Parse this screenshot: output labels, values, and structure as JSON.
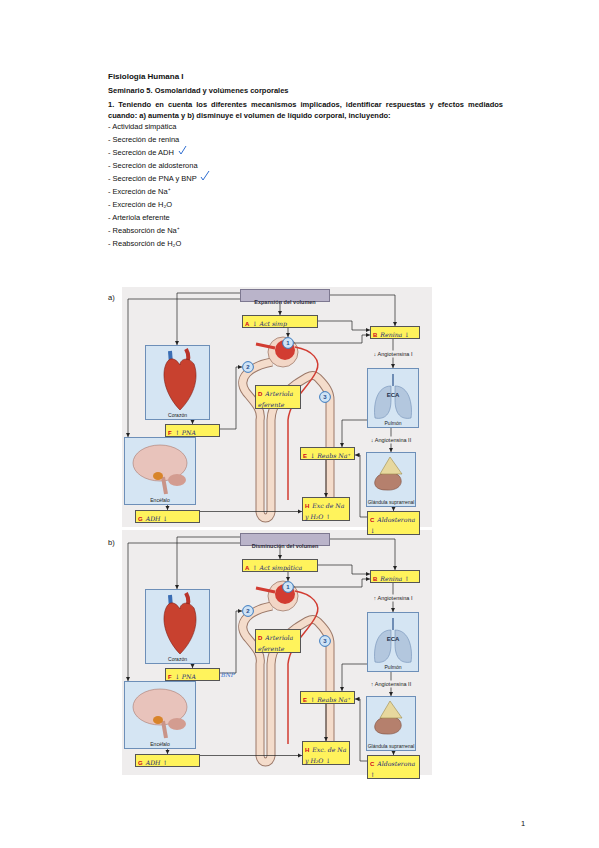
{
  "diagram": {
    "title": "Fisiología Humana I",
    "nodes": [
      {
        "text": [
          "Expansión del volumen"
        ]
      },
      {
        "text": [
          "A",
          "↓ Act simp"
        ]
      },
      {
        "text": [
          "B",
          "Renina ↓"
        ]
      },
      {
        "text": [
          "Corazón"
        ]
      },
      {
        "text": [
          "1"
        ]
      },
      {
        "text": [
          "2"
        ]
      },
      {
        "text": [
          "D",
          "Arteriola eferente"
        ]
      },
      {
        "text": [
          "3"
        ]
      },
      {
        "text": [
          "ECA",
          "Pulmón"
        ]
      },
      {
        "text": [
          "F",
          "↑ PNA"
        ]
      },
      {
        "text": [
          "Encéfalo"
        ]
      },
      {
        "text": [
          "E",
          "↓ Reabs Na⁺"
        ]
      },
      {
        "text": [
          "Glándula suprarrenal"
        ]
      },
      {
        "text": [
          "G",
          "ADH ↓"
        ]
      },
      {
        "text": [
          "H",
          "Exc de Na y H₂O ↑"
        ]
      },
      {
        "text": [
          "C",
          "Aldosterona ↓"
        ]
      },
      {
        "text": [
          "Disminución del volumen"
        ]
      },
      {
        "text": [
          "A",
          "↑ Act simpática"
        ]
      },
      {
        "text": [
          "B",
          "Renina ↑"
        ]
      },
      {
        "text": [
          "Corazón"
        ]
      },
      {
        "text": [
          "1"
        ]
      },
      {
        "text": [
          "2"
        ]
      },
      {
        "text": [
          "D",
          "Arteriola eferente"
        ]
      },
      {
        "text": [
          "3"
        ]
      },
      {
        "text": [
          "ECA",
          "Pulmón"
        ]
      },
      {
        "text": [
          "F",
          "↓ PNA",
          "BNP"
        ]
      },
      {
        "text": [
          "Encéfalo"
        ]
      },
      {
        "text": [
          "E",
          "↑ Reabs Na⁺"
        ]
      },
      {
        "text": [
          "Glándula suprarrenal"
        ]
      },
      {
        "text": [
          "G",
          "ADH ↑"
        ]
      },
      {
        "text": [
          "H",
          "Exc. de Na y H₂O ↓"
        ]
      },
      {
        "text": [
          "C",
          "Aldosterona ↑"
        ]
      }
    ],
    "edges": [
      {
        "from": 0,
        "to": 1,
        "arrow": "to"
      },
      {
        "from": 0,
        "to": 3,
        "arrow": "to"
      },
      {
        "from": 0,
        "to": 10,
        "arrow": "to"
      },
      {
        "from": 0,
        "to": 2,
        "arrow": "to"
      },
      {
        "from": 1,
        "to": 2,
        "arrow": "to"
      },
      {
        "from": 1,
        "to": 4,
        "arrow": "to"
      },
      {
        "from": 4,
        "to": 2,
        "arrow": "to"
      },
      {
        "from": 2,
        "to": 8,
        "arrow": "to",
        "label": "↓ Angiotensina I"
      },
      {
        "from": 8,
        "to": 12,
        "arrow": "to",
        "label": "↓ Angiotensina II"
      },
      {
        "from": 12,
        "to": 15,
        "arrow": "to"
      },
      {
        "from": 15,
        "to": 11,
        "arrow": "to"
      },
      {
        "from": 8,
        "to": 11,
        "arrow": "to"
      },
      {
        "from": 3,
        "to": 9,
        "arrow": "to"
      },
      {
        "from": 9,
        "to": 5,
        "arrow": "to"
      },
      {
        "from": 10,
        "to": 13,
        "arrow": "to"
      },
      {
        "from": 13,
        "to": 14,
        "arrow": "to"
      },
      {
        "from": 11,
        "to": 14,
        "arrow": "to"
      },
      {
        "from": 16,
        "to": 17,
        "arrow": "to"
      },
      {
        "from": 16,
        "to": 19,
        "arrow": "to"
      },
      {
        "from": 16,
        "to": 26,
        "arrow": "to"
      },
      {
        "from": 16,
        "to": 18,
        "arrow": "to"
      },
      {
        "from": 17,
        "to": 18,
        "arrow": "to"
      },
      {
        "from": 17,
        "to": 20,
        "arrow": "to"
      },
      {
        "from": 20,
        "to": 18,
        "arrow": "to"
      },
      {
        "from": 18,
        "to": 24,
        "arrow": "to",
        "label": "↑ Angiotensina I"
      },
      {
        "from": 24,
        "to": 28,
        "arrow": "to",
        "label": "↑ Angiotensina II"
      },
      {
        "from": 28,
        "to": 31,
        "arrow": "to"
      },
      {
        "from": 31,
        "to": 27,
        "arrow": "to"
      },
      {
        "from": 24,
        "to": 27,
        "arrow": "to"
      },
      {
        "from": 19,
        "to": 25,
        "arrow": "to"
      },
      {
        "from": 25,
        "to": 21,
        "arrow": "to"
      },
      {
        "from": 26,
        "to": 29,
        "arrow": "to"
      },
      {
        "from": 29,
        "to": 30,
        "arrow": "to"
      },
      {
        "from": 27,
        "to": 30,
        "arrow": "to"
      }
    ],
    "labels": [
      "Seminario 5. Osmolaridad y volúmenes corporales",
      "1. Teniendo en cuenta los diferentes mecanismos implicados, identificar respuestas y efectos mediados cuando: a) aumenta y b) disminuye el volumen de líquido corporal, incluyendo:",
      "- Actividad simpática",
      "- Secreción de renina",
      "- Secreción de ADH",
      "- Secreción de aldosterona",
      "- Secreción de PNA y BNP",
      "- Excreción de Na⁺",
      "- Excreción de H₂O",
      "- Arteriola eferente",
      "- Reabsorción de Na⁺",
      "- Reabsorción de H₂O",
      "a)",
      "b)",
      "1"
    ]
  }
}
